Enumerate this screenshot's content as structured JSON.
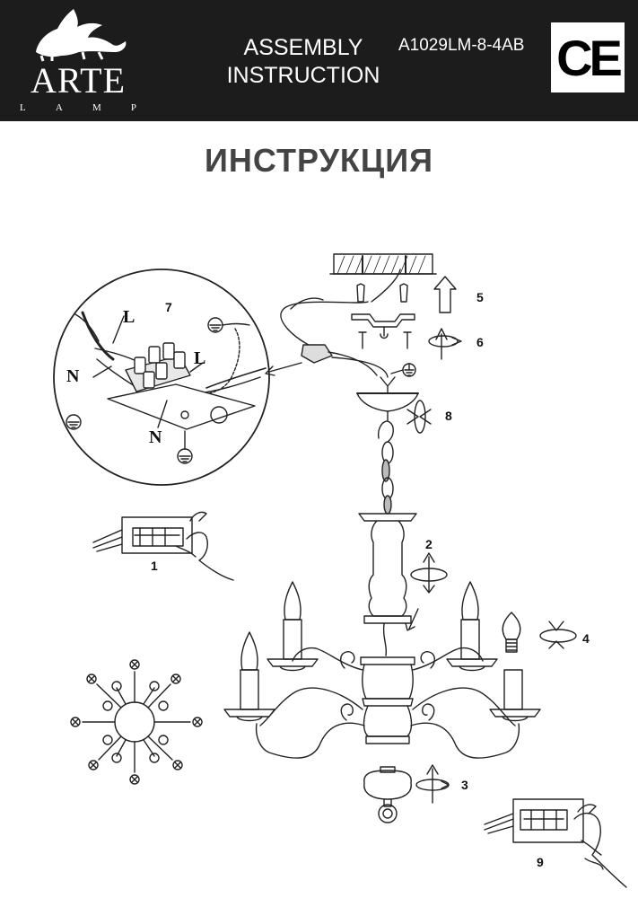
{
  "header": {
    "brand_name": "ARTE",
    "brand_sub": [
      "L",
      "A",
      "M",
      "P"
    ],
    "title_line1": "ASSEMBLY",
    "title_line2": "INSTRUCTION",
    "model": "A1029LM-8-4AB",
    "cert_mark": "CE"
  },
  "title": "ИНСТРУКЦИЯ",
  "steps": {
    "s1": "1",
    "s2": "2",
    "s3": "3",
    "s4": "4",
    "s5": "5",
    "s6": "6",
    "s7": "7",
    "s8": "8",
    "s9": "9"
  },
  "wire_labels": {
    "live_top": "L",
    "live_right": "L",
    "neutral_left": "N",
    "neutral_bottom": "N"
  },
  "colors": {
    "header_bg": "#1c1c1c",
    "line": "#222222",
    "title": "#444444"
  },
  "icons": [
    "lion-logo-icon",
    "ce-mark-icon",
    "ground-icon",
    "rotate-arrow-icon",
    "up-arrow-icon",
    "hand-icon"
  ]
}
